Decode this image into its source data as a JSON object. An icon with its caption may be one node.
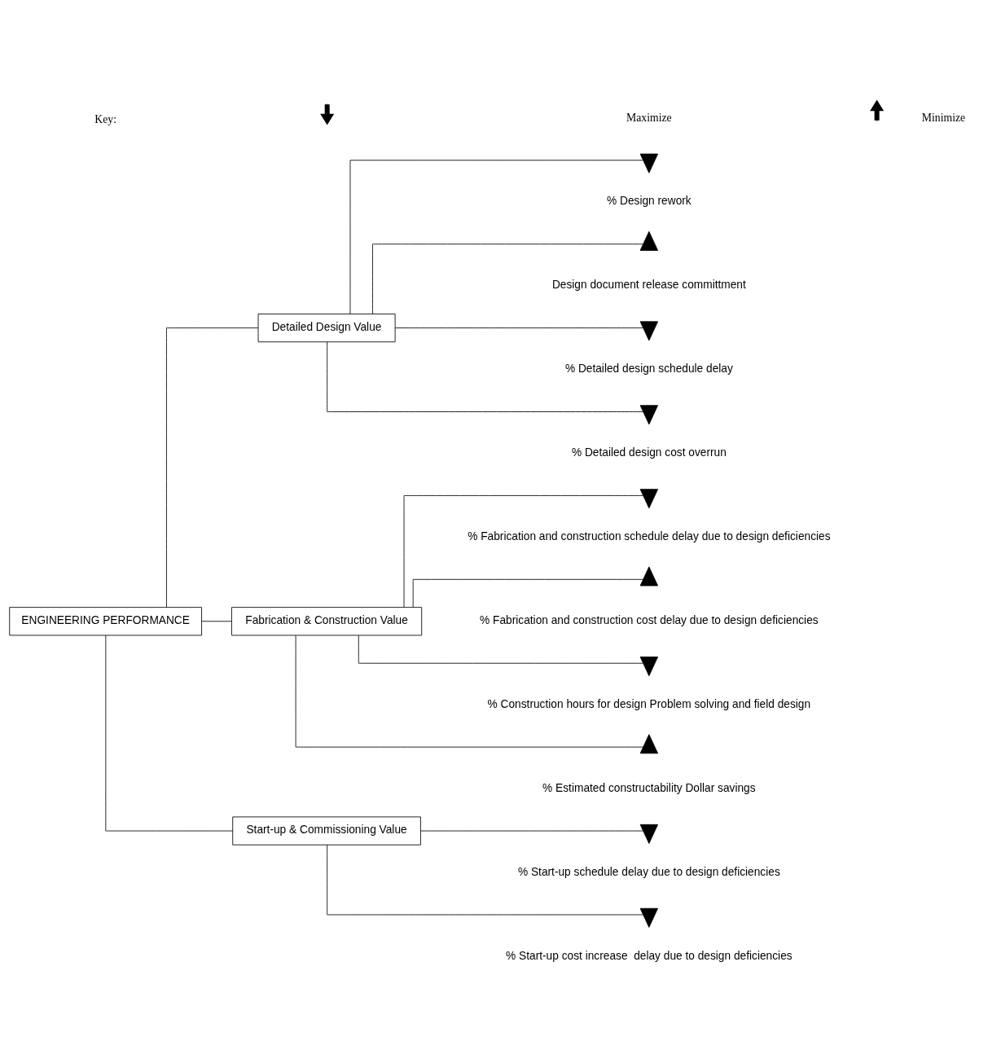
{
  "diagram": {
    "nodes": [
      {
        "text": [
          "ENGINEERING PERFORMANCE"
        ]
      },
      {
        "text": [
          "Detailed Design Value"
        ]
      },
      {
        "text": [
          "Fabrication & Construction Value"
        ]
      },
      {
        "text": [
          "Start-up & Commissioning Value"
        ]
      },
      {
        "text": [],
        "shape": "arrow-down",
        "beside": [
          "% Design rework"
        ]
      },
      {
        "text": [],
        "shape": "arrow-up",
        "beside": [
          "Design document release committment"
        ]
      },
      {
        "text": [],
        "shape": "arrow-down",
        "beside": [
          "% Detailed design schedule delay"
        ]
      },
      {
        "text": [],
        "shape": "arrow-down",
        "beside": [
          "% Detailed design cost overrun"
        ]
      },
      {
        "text": [],
        "shape": "arrow-down",
        "beside": [
          "% Fabrication and construction schedule delay due to design deficiencies"
        ]
      },
      {
        "text": [],
        "shape": "arrow-up",
        "beside": [
          "% Fabrication and construction cost delay due to design deficiencies"
        ]
      },
      {
        "text": [],
        "shape": "arrow-down",
        "beside": [
          "% Construction hours for design Problem solving and field design"
        ]
      },
      {
        "text": [],
        "shape": "arrow-up",
        "beside": [
          "% Estimated constructability Dollar savings"
        ]
      },
      {
        "text": [],
        "shape": "arrow-down",
        "beside": [
          "% Start-up schedule delay due to design deficiencies"
        ]
      },
      {
        "text": [],
        "shape": "arrow-down",
        "beside": [
          "% Start-up cost increase  delay due to design deficiencies"
        ]
      }
    ],
    "edges": [
      {
        "from": 0,
        "to": 1,
        "arrow": "none"
      },
      {
        "from": 0,
        "to": 2,
        "arrow": "none"
      },
      {
        "from": 0,
        "to": 3,
        "arrow": "none"
      },
      {
        "from": 1,
        "to": 4,
        "arrow": "none"
      },
      {
        "from": 1,
        "to": 5,
        "arrow": "none"
      },
      {
        "from": 1,
        "to": 6,
        "arrow": "none"
      },
      {
        "from": 1,
        "to": 7,
        "arrow": "none"
      },
      {
        "from": 2,
        "to": 8,
        "arrow": "none"
      },
      {
        "from": 2,
        "to": 9,
        "arrow": "none"
      },
      {
        "from": 2,
        "to": 10,
        "arrow": "none"
      },
      {
        "from": 2,
        "to": 11,
        "arrow": "none"
      },
      {
        "from": 3,
        "to": 12,
        "arrow": "none"
      },
      {
        "from": 3,
        "to": 13,
        "arrow": "none"
      }
    ],
    "labels": [
      "Key:"
    ],
    "legend": [
      {
        "text": "Maximize"
      },
      {
        "text": "Minimize"
      }
    ]
  }
}
